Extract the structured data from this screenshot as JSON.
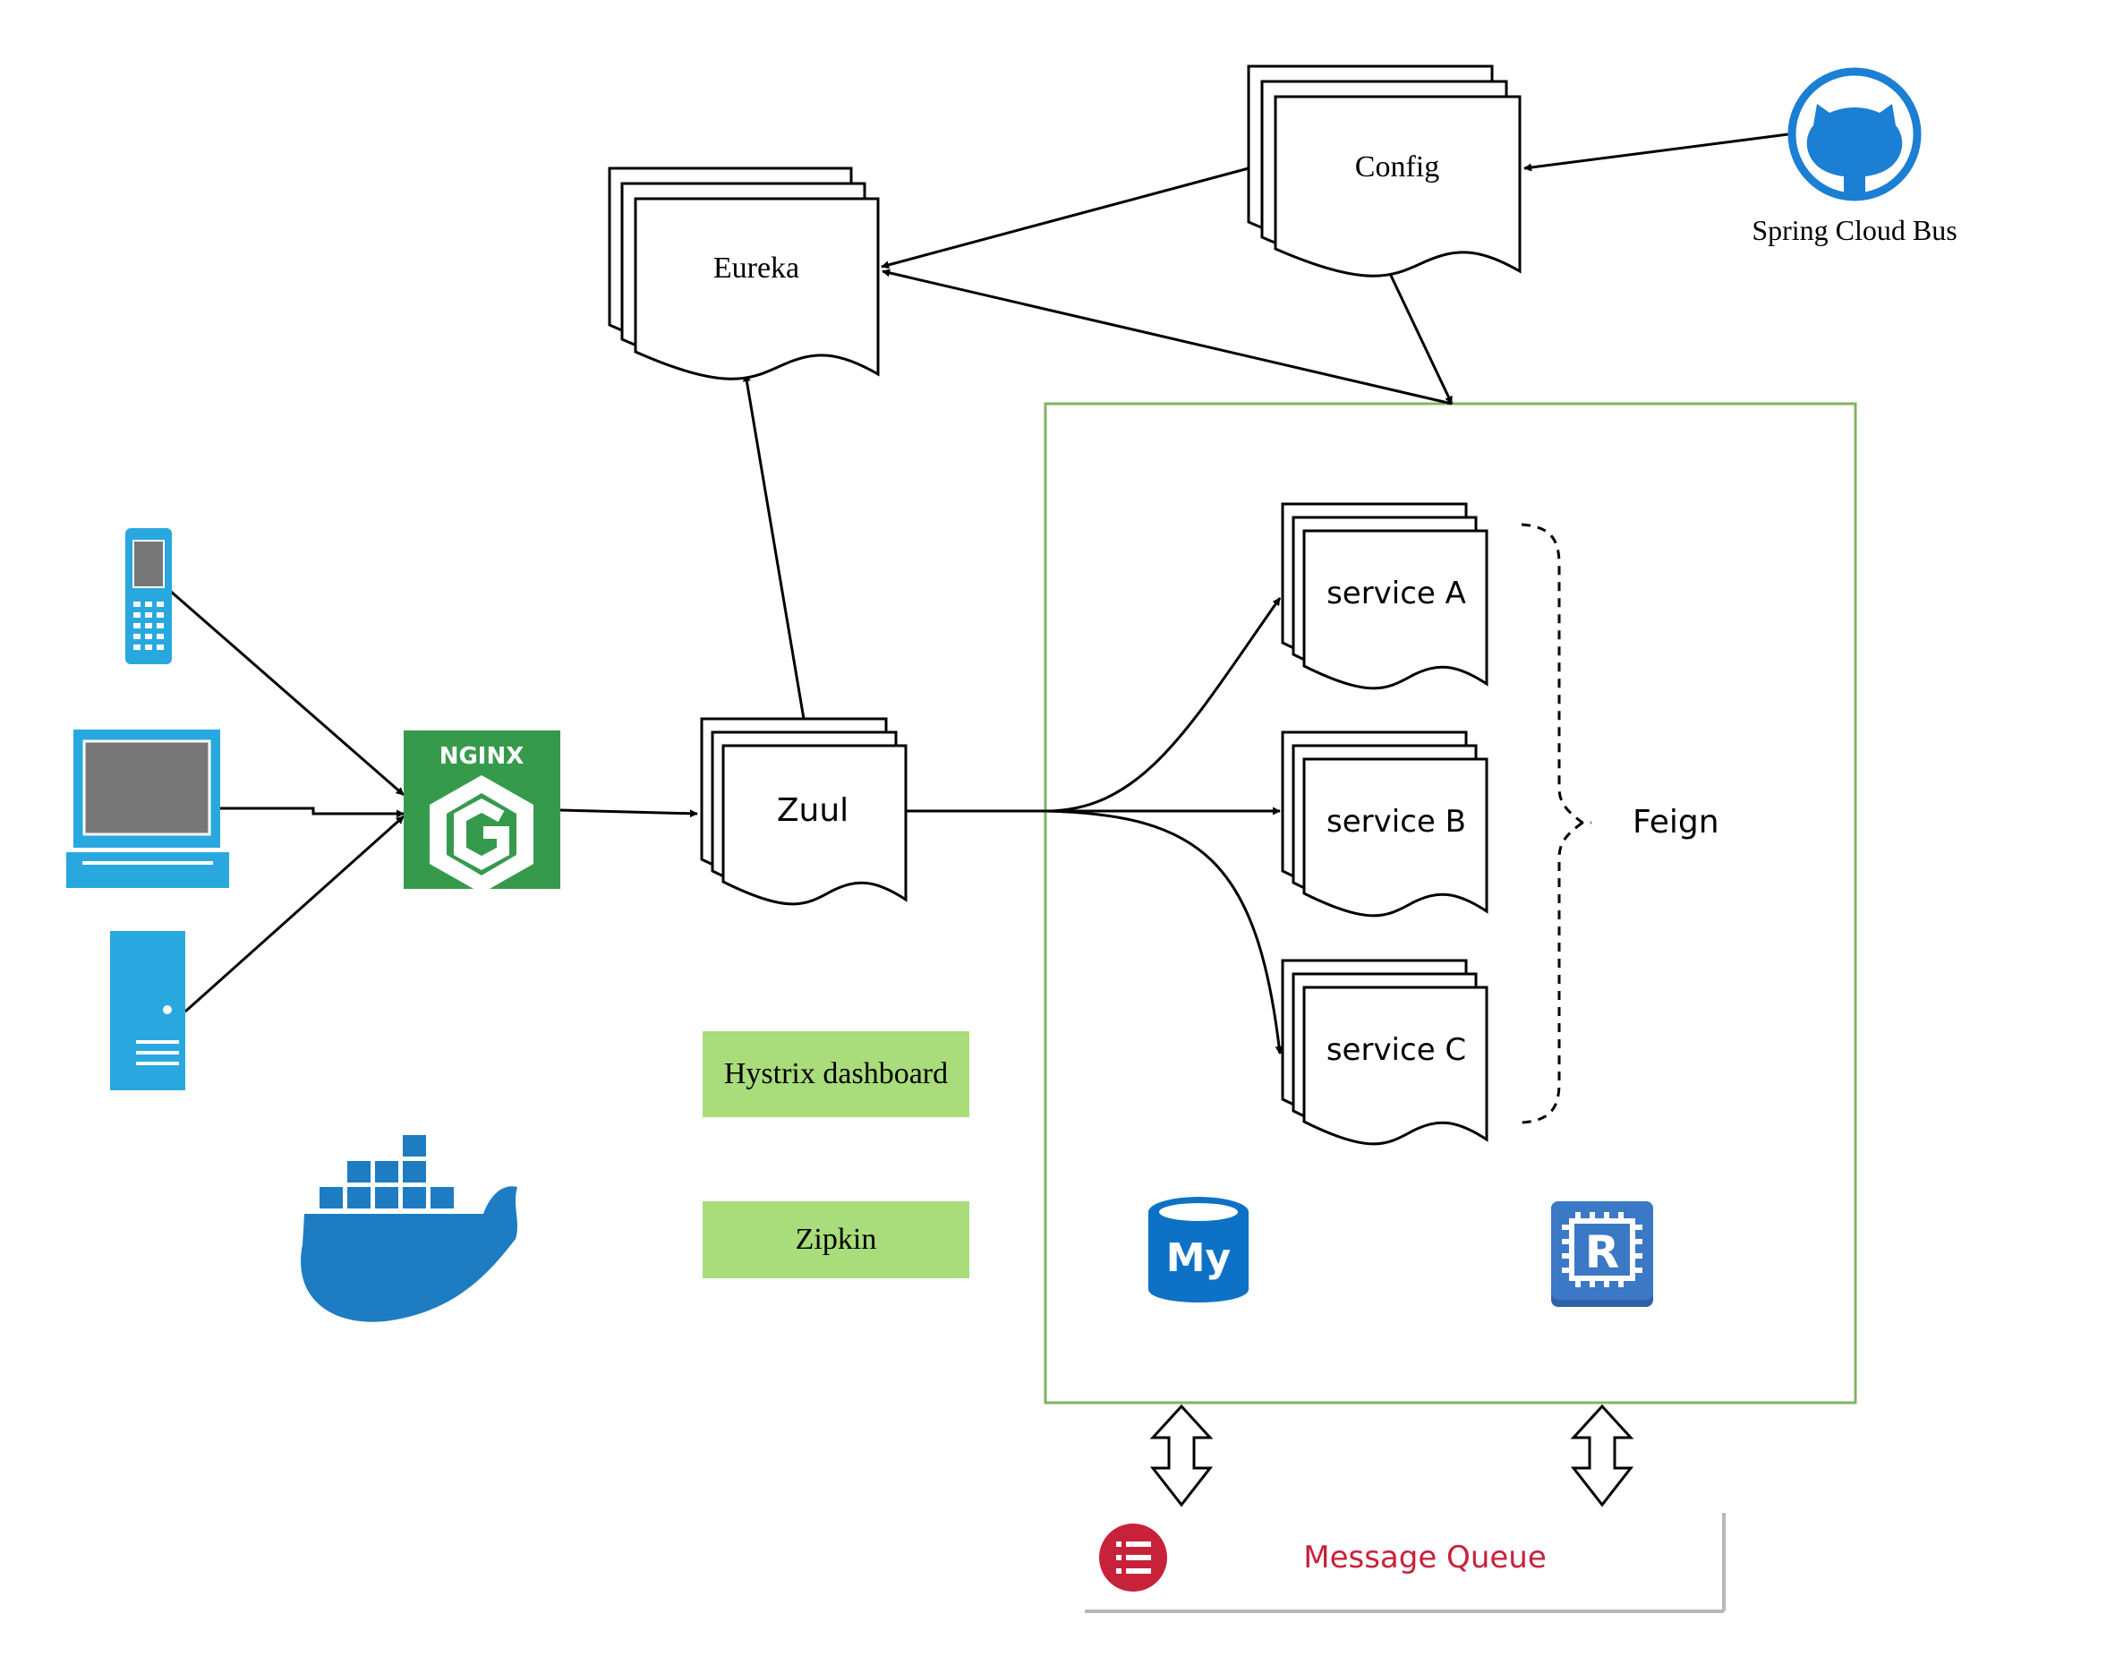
{
  "nodes": {
    "eureka": "Eureka",
    "config": "Config",
    "spring_cloud_bus": "Spring Cloud Bus",
    "nginx": "NGINX",
    "zuul": "Zuul",
    "service_a": "service A",
    "service_b": "service B",
    "service_c": "service C",
    "feign": "Feign",
    "hystrix": "Hystrix dashboard",
    "zipkin": "Zipkin",
    "message_queue": "Message Queue",
    "mysql_logo": "My",
    "redis_logo": "R"
  },
  "colors": {
    "container_border": "#82b366",
    "label_box_fill": "#a9dc7b",
    "nginx_green": "#369a4d",
    "device_blue": "#29a8e0",
    "github_blue": "#1b7fd4",
    "docker_blue": "#1d7cc2",
    "mysql_blue": "#0d72c6",
    "redis_blue": "#3b78c5",
    "mq_red": "#c8223a"
  },
  "icons": {
    "client_mobile": "mobile-phone-icon",
    "client_laptop": "laptop-icon",
    "client_server": "server-tower-icon",
    "gateway": "nginx-icon",
    "bus": "github-octocat-icon",
    "container": "docker-whale-icon",
    "database": "mysql-icon",
    "cache": "redis-icon",
    "queue": "message-queue-icon"
  }
}
